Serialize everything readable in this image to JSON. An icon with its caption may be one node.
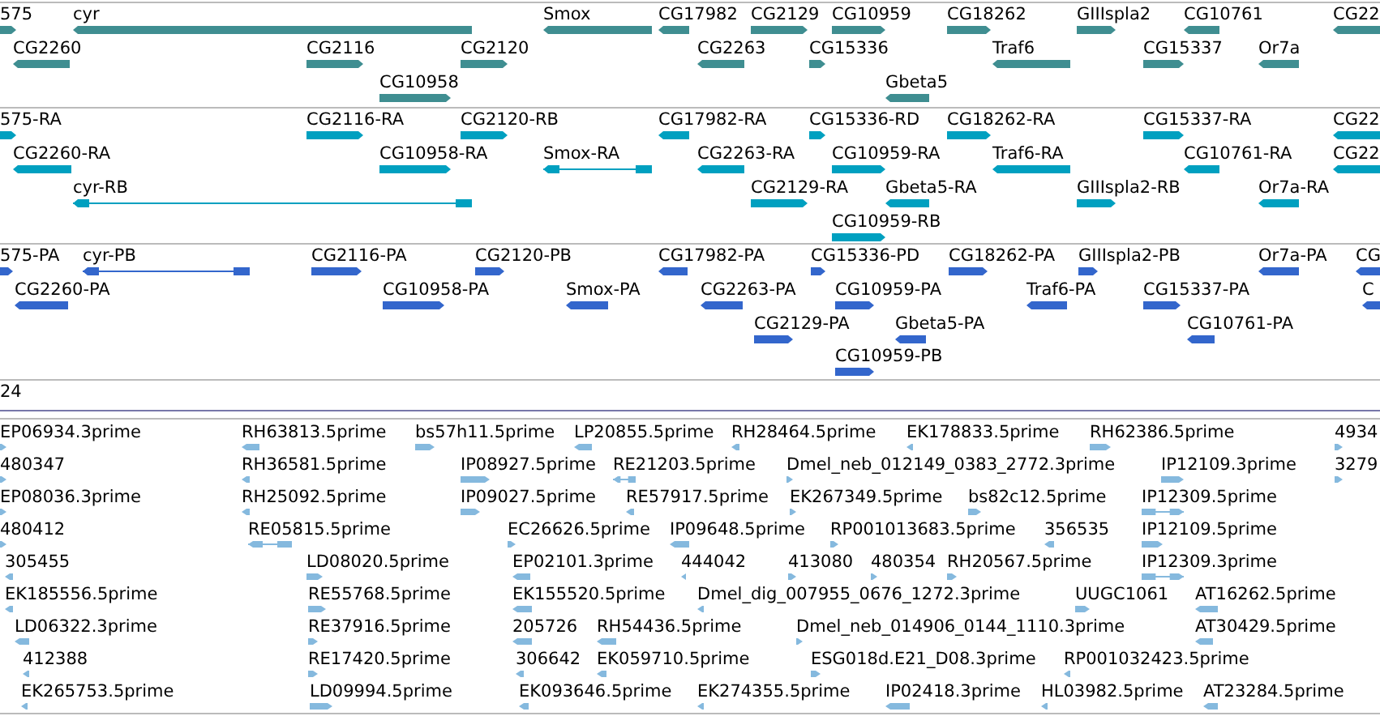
{
  "diagram": {
    "labels": [
      "575",
      "cyr",
      "Smox",
      "CG17982",
      "CG2129",
      "CG10959",
      "CG18262",
      "GIIIspla2",
      "CG10761",
      "CG22",
      "CG2260",
      "CG2116",
      "CG2120",
      "CG2263",
      "CG15336",
      "Traf6",
      "CG15337",
      "Or7a",
      "CG10958",
      "Gbeta5",
      "575-RA",
      "CG2116-RA",
      "CG2120-RB",
      "CG17982-RA",
      "CG15336-RD",
      "CG18262-RA",
      "CG15337-RA",
      "CG22",
      "CG2260-RA",
      "CG10958-RA",
      "Smox-RA",
      "CG2263-RA",
      "CG10959-RA",
      "Traf6-RA",
      "CG10761-RA",
      "CG22",
      "cyr-RB",
      "CG2129-RA",
      "Gbeta5-RA",
      "GIIIspla2-RB",
      "Or7a-RA",
      "CG10959-RB",
      "575-PA",
      "cyr-PB",
      "CG2116-PA",
      "CG2120-PB",
      "CG17982-PA",
      "CG15336-PD",
      "CG18262-PA",
      "GIIIspla2-PB",
      "Or7a-PA",
      "CG",
      "CG2260-PA",
      "CG10958-PA",
      "Smox-PA",
      "CG2263-PA",
      "CG10959-PA",
      "Traf6-PA",
      "CG15337-PA",
      "C",
      "CG2129-PA",
      "Gbeta5-PA",
      "CG10761-PA",
      "CG10959-PB",
      "24",
      "EP06934.3prime",
      "RH63813.5prime",
      "bs57h11.5prime",
      "LP20855.5prime",
      "RH28464.5prime",
      "EK178833.5prime",
      "RH62386.5prime",
      "4934",
      "480347",
      "RH36581.5prime",
      "IP08927.5prime",
      "RE21203.5prime",
      "Dmel_neb_012149_0383_2772.3prime",
      "IP12109.3prime",
      "3279",
      "EP08036.3prime",
      "RH25092.5prime",
      "IP09027.5prime",
      "RE57917.5prime",
      "EK267349.5prime",
      "bs82c12.5prime",
      "IP12309.5prime",
      "480412",
      "RE05815.5prime",
      "EC26626.5prime",
      "IP09648.5prime",
      "RP001013683.5prime",
      "356535",
      "IP12109.5prime",
      "305455",
      "LD08020.5prime",
      "EP02101.3prime",
      "444042",
      "413080",
      "480354",
      "RH20567.5prime",
      "IP12309.3prime",
      "EK185556.5prime",
      "RE55768.5prime",
      "EK155520.5prime",
      "Dmel_dig_007955_0676_1272.3prime",
      "UUGC1061",
      "AT16262.5prime",
      "LD06322.3prime",
      "RE37916.5prime",
      "205726",
      "RH54436.5prime",
      "Dmel_neb_014906_0144_1110.3prime",
      "AT30429.5prime",
      "412388",
      "RE17420.5prime",
      "306642",
      "EK059710.5prime",
      "ESG018d.E21_D08.3prime",
      "RP001032423.5prime",
      "EK265753.5prime",
      "LD09994.5prime",
      "EK093646.5prime",
      "EK274355.5prime",
      "IP02418.3prime",
      "HL03982.5prime",
      "AT23284.5prime"
    ]
  }
}
